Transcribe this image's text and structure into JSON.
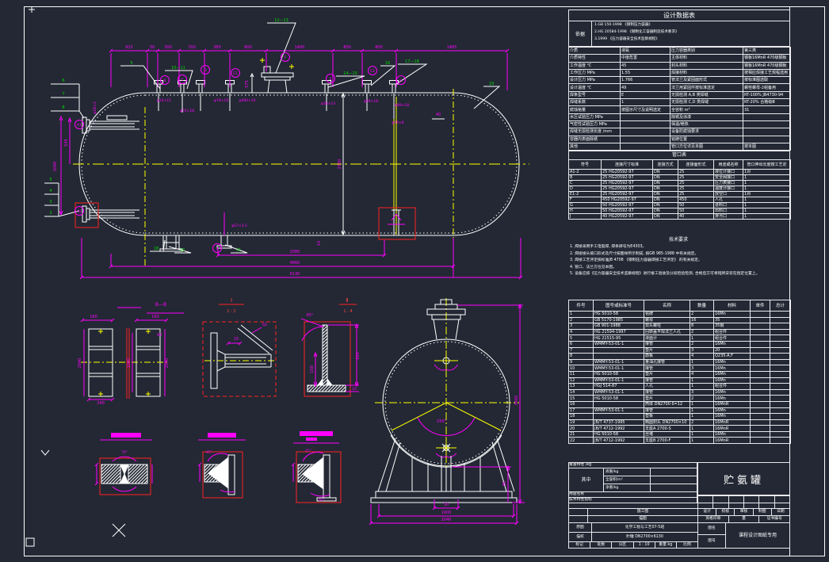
{
  "design_table": {
    "title": "设计数据表",
    "basis_label": "依据",
    "basis_lines": [
      "1.GB 150-1998 《钢制压力容器》",
      "2.HG 20584-1998 《钢制化工容器制造技术要求》",
      "3.1999 《压力容器安全技术监察规程》"
    ],
    "rows": [
      [
        "介质",
        "液氨",
        "压力容器类别",
        "第三类"
      ],
      [
        "介质特性",
        "中度危害",
        "主体材料",
        "钢板16MnR 470级钢板"
      ],
      [
        "工作温度 ℃",
        "45",
        "封头材料",
        "钢板16MnR 470级钢板"
      ],
      [
        "工作压力 MPa",
        "1.55",
        "焊接材料",
        "按相应焊接工艺规程选用"
      ],
      [
        "设计压力 MPa",
        "1.766",
        "管法兰及紧固面形式",
        "按标准图选取"
      ],
      [
        "设计温度 ℃",
        "49",
        "法兰用紧固件按标准选定",
        "螺栓螺母-2组备用"
      ],
      [
        "焊条型号",
        "E",
        "无损检测 A,B 类焊缝",
        "RT-100% JB4730-94"
      ],
      [
        "焊缝系数",
        "1",
        "无损检测 C,D 类焊缝",
        "RT-20% 合格级Ⅲ"
      ],
      [
        "腐蚀裕量",
        "按图示尺寸及说明选定",
        "全容积 m³",
        "31"
      ],
      [
        "水压试验压力 MPa",
        "",
        "除锈及涂漆",
        ""
      ],
      [
        "气密性试验压力 MPa",
        "",
        "保温/绝热",
        ""
      ],
      [
        "焊缝无损检测长度 /mm",
        "",
        "设备防腐蚀要求",
        ""
      ],
      [
        "容器内表面除锈",
        "",
        "铭牌位置",
        ""
      ],
      [
        "其他",
        "",
        "管口方位详见本图",
        "按本图"
      ]
    ]
  },
  "nozzle_table": {
    "title": "管口表",
    "headers": [
      "符号",
      "连接尺寸标准",
      "连接方式",
      "连接面形式",
      "用途或名称",
      "管口伸出长度按工艺定"
    ],
    "rows": [
      [
        "A1-2",
        "25 HG20592-97",
        "DN",
        "25",
        "液位计接口",
        "1对"
      ],
      [
        "B",
        "25 HG20592-97",
        "DN",
        "25",
        "安全阀接口",
        "1"
      ],
      [
        "C",
        "25 HG20592-97",
        "DN",
        "25",
        "压力表接口",
        "1"
      ],
      [
        "D",
        "25 HG20592-97",
        "DN",
        "25",
        "温度计接口",
        "1"
      ],
      [
        "E1-2",
        "25 HG20592-97",
        "DN",
        "25",
        "放空口",
        "1对"
      ],
      [
        "F",
        "450 HG20592-97",
        "DN",
        "450",
        "人孔",
        "1"
      ],
      [
        "G",
        "50 HG20592-97",
        "DN",
        "50",
        "进料口",
        "1"
      ],
      [
        "H",
        "50 HG20592-97",
        "DN",
        "50",
        "出料口",
        "1"
      ],
      [
        "J",
        "40 HG20592-97",
        "DN",
        "40",
        "排污口",
        "1"
      ]
    ]
  },
  "tech_req": {
    "title": "技术要求",
    "lines": [
      "1. 焊接采用手工电弧焊, 焊条牌号为E4303。",
      "2. 焊接接头坡口形式及尺寸按图样所示制成, 按GB 985-1988 中有关规定。",
      "3. 焊接工艺评定按标准JB 4708 《钢制压力容器焊接工艺评定》 的有关规定。",
      "4. 管口、法兰方位见本图。",
      "5. 设备应按《压力容器安全技术监察规程》进行竣工验收及分段检验检测, 合格后方可将铭牌安装在指定位置上。"
    ]
  },
  "parts_table": {
    "headers": [
      "件号",
      "图号或标准号",
      "名称",
      "数量",
      "材料",
      "单件",
      "总计"
    ],
    "rows": [
      [
        "1",
        "HG 5010-58",
        "铭牌",
        "2",
        "16Mn",
        "",
        ""
      ],
      [
        "2",
        "GB 5170-1985",
        "螺母",
        "16",
        "35",
        "",
        ""
      ],
      [
        "3",
        "GB 901-1988",
        "双头螺柱",
        "8",
        "35钢",
        "",
        ""
      ],
      [
        "4",
        "HG 21594-1997",
        "回转盖平焊法兰人孔",
        "2",
        "组合件",
        "",
        ""
      ],
      [
        "5",
        "HG 21515-95",
        "液面计",
        "1",
        "组合件",
        "",
        ""
      ],
      [
        "6",
        "WMMY-53-01-1",
        "接管",
        "2",
        "16Mn",
        "",
        ""
      ],
      [
        "7",
        "",
        "垫片",
        "3",
        "20",
        "",
        ""
      ],
      [
        "8",
        "",
        "筋板",
        "4",
        "Q235-A.F",
        "",
        ""
      ],
      [
        "9",
        "WMMY-53-01-1",
        "量油孔接管",
        "1",
        "16Mn",
        "",
        ""
      ],
      [
        "10",
        "WMMY-53-01-1",
        "接管",
        "3",
        "16Mn",
        "",
        ""
      ],
      [
        "11",
        "HG 5010-58",
        "垫片",
        "4",
        "16Mn",
        "",
        ""
      ],
      [
        "12",
        "WMMY-53-01-1",
        "接管",
        "1",
        "16Mn",
        "",
        ""
      ],
      [
        "13",
        "HGJ 514-87",
        "人孔",
        "1",
        "组合件",
        "",
        ""
      ],
      [
        "14",
        "WMMY-53-01-1",
        "接管",
        "3",
        "16Mn",
        "",
        ""
      ],
      [
        "15",
        "HG 5010-58",
        "垫片",
        "2",
        "16Mn",
        "",
        ""
      ],
      [
        "16",
        "",
        "筒体 DN2700 δ=12",
        "1",
        "16MnR",
        "",
        ""
      ],
      [
        "17",
        "WMMY-53-01-1",
        "接管",
        "1",
        "16Mn",
        "",
        ""
      ],
      [
        "18",
        "",
        "垫板",
        "1",
        "16Mn",
        "",
        ""
      ],
      [
        "19",
        "JB/T 4737-1995",
        "椭圆封头 DN2700×10",
        "2",
        "16MnR",
        "",
        ""
      ],
      [
        "20",
        "JB/T 4712-1992",
        "支座A 2700-S",
        "1",
        "16MnR",
        "",
        ""
      ],
      [
        "21",
        "HG 5010-58",
        "丝堵",
        "1",
        "16Mn",
        "",
        ""
      ],
      [
        "22",
        "JB/T 4712-1992",
        "支座B 2700-F",
        "1",
        "16MnR",
        "",
        ""
      ]
    ]
  },
  "title_block": {
    "weight_row": "重量特性 /kg",
    "among_label": "其中",
    "among_lines": [
      "液重/kg",
      "全容积/m³",
      "净重/kg"
    ],
    "drawing_name": "贮氨罐",
    "usage_row": "用途名称",
    "tech_row": "技术特性指标",
    "sg_label": "施工图",
    "sign_headers": [
      "设计",
      "校核",
      "审核",
      "制图",
      "日期"
    ],
    "mt_label": "描图",
    "mt_cells": [
      "资格印章",
      "量",
      "证书编号"
    ],
    "orig_label": "原图",
    "class_text": "化学工程与工艺07-5班",
    "audit_label": "描校",
    "vessel_text": "贮罐 DN2700×6130",
    "bottom_cells": [
      "标记",
      "处数",
      "分区",
      "1 : 10",
      "重量 kg",
      "比例"
    ],
    "fig_name_label": "图名",
    "fig_no_label": "图号",
    "purpose_text": "课程设计图纸专用"
  },
  "drawing": {
    "front": {
      "dims_top": [
        "915",
        "50",
        "300",
        "700",
        "380",
        "800",
        "1400",
        "800",
        "800",
        "1465"
      ],
      "dims_bottom": [
        "2080",
        "4860",
        "6130"
      ],
      "side": {
        "d545": "545",
        "d2000": "2000",
        "d575": "575",
        "d2700": "2700",
        "d40": "40",
        "d14": "14"
      },
      "specs": {
        "s1": "φ32×11",
        "s2": "φ76×18",
        "s3": "φ76×18",
        "s4": "φ480×10",
        "s5": "φ38×14",
        "s6": "φ89×18",
        "s7": "φ89×18",
        "s8": "φ76×8",
        "s9": "φ57×3.5",
        "sA1": "φ28×3"
      },
      "balloons": {
        "A1": "A1",
        "A2": "A2",
        "B": "B",
        "C": "C",
        "D": "D",
        "E1": "E1",
        "F": "F",
        "E": "E",
        "E2": "E2",
        "H": "H",
        "J": "J"
      },
      "leaders": {
        "l5": "5",
        "l1011": "10—11",
        "l1213": "12—13",
        "l1415": "14—15",
        "l16": "16",
        "l1718": "17—18",
        "l19": "19",
        "l22": "22",
        "l21": "21",
        "l18": "18"
      },
      "stack_top": [
        "6",
        "7",
        "8"
      ],
      "stack_bottom": [
        "5",
        "4",
        "3",
        "2"
      ]
    },
    "end": {
      "d50": "50",
      "d1900": "1900",
      "d2040": "2040",
      "d3465": "3465",
      "d85": "85",
      "angle": "150°"
    },
    "bb": {
      "title": "B—B",
      "d160a": "160",
      "d160b": "160",
      "d2040a": "2040",
      "d2040b": "2040",
      "d1080": "1080",
      "d240": "240",
      "d40": "40"
    },
    "d1": {
      "title": "I",
      "scale": "1 : 2",
      "d15": "15",
      "dth": "δ2"
    },
    "d2": {
      "title": "Ⅱ",
      "scale": "1 : 4",
      "a65": "65°",
      "d100": "100",
      "d200": "200",
      "d10": "10"
    },
    "welds": {
      "a70": "70°",
      "a45a": "45°",
      "a45b": "45°",
      "a60": "60°"
    }
  }
}
